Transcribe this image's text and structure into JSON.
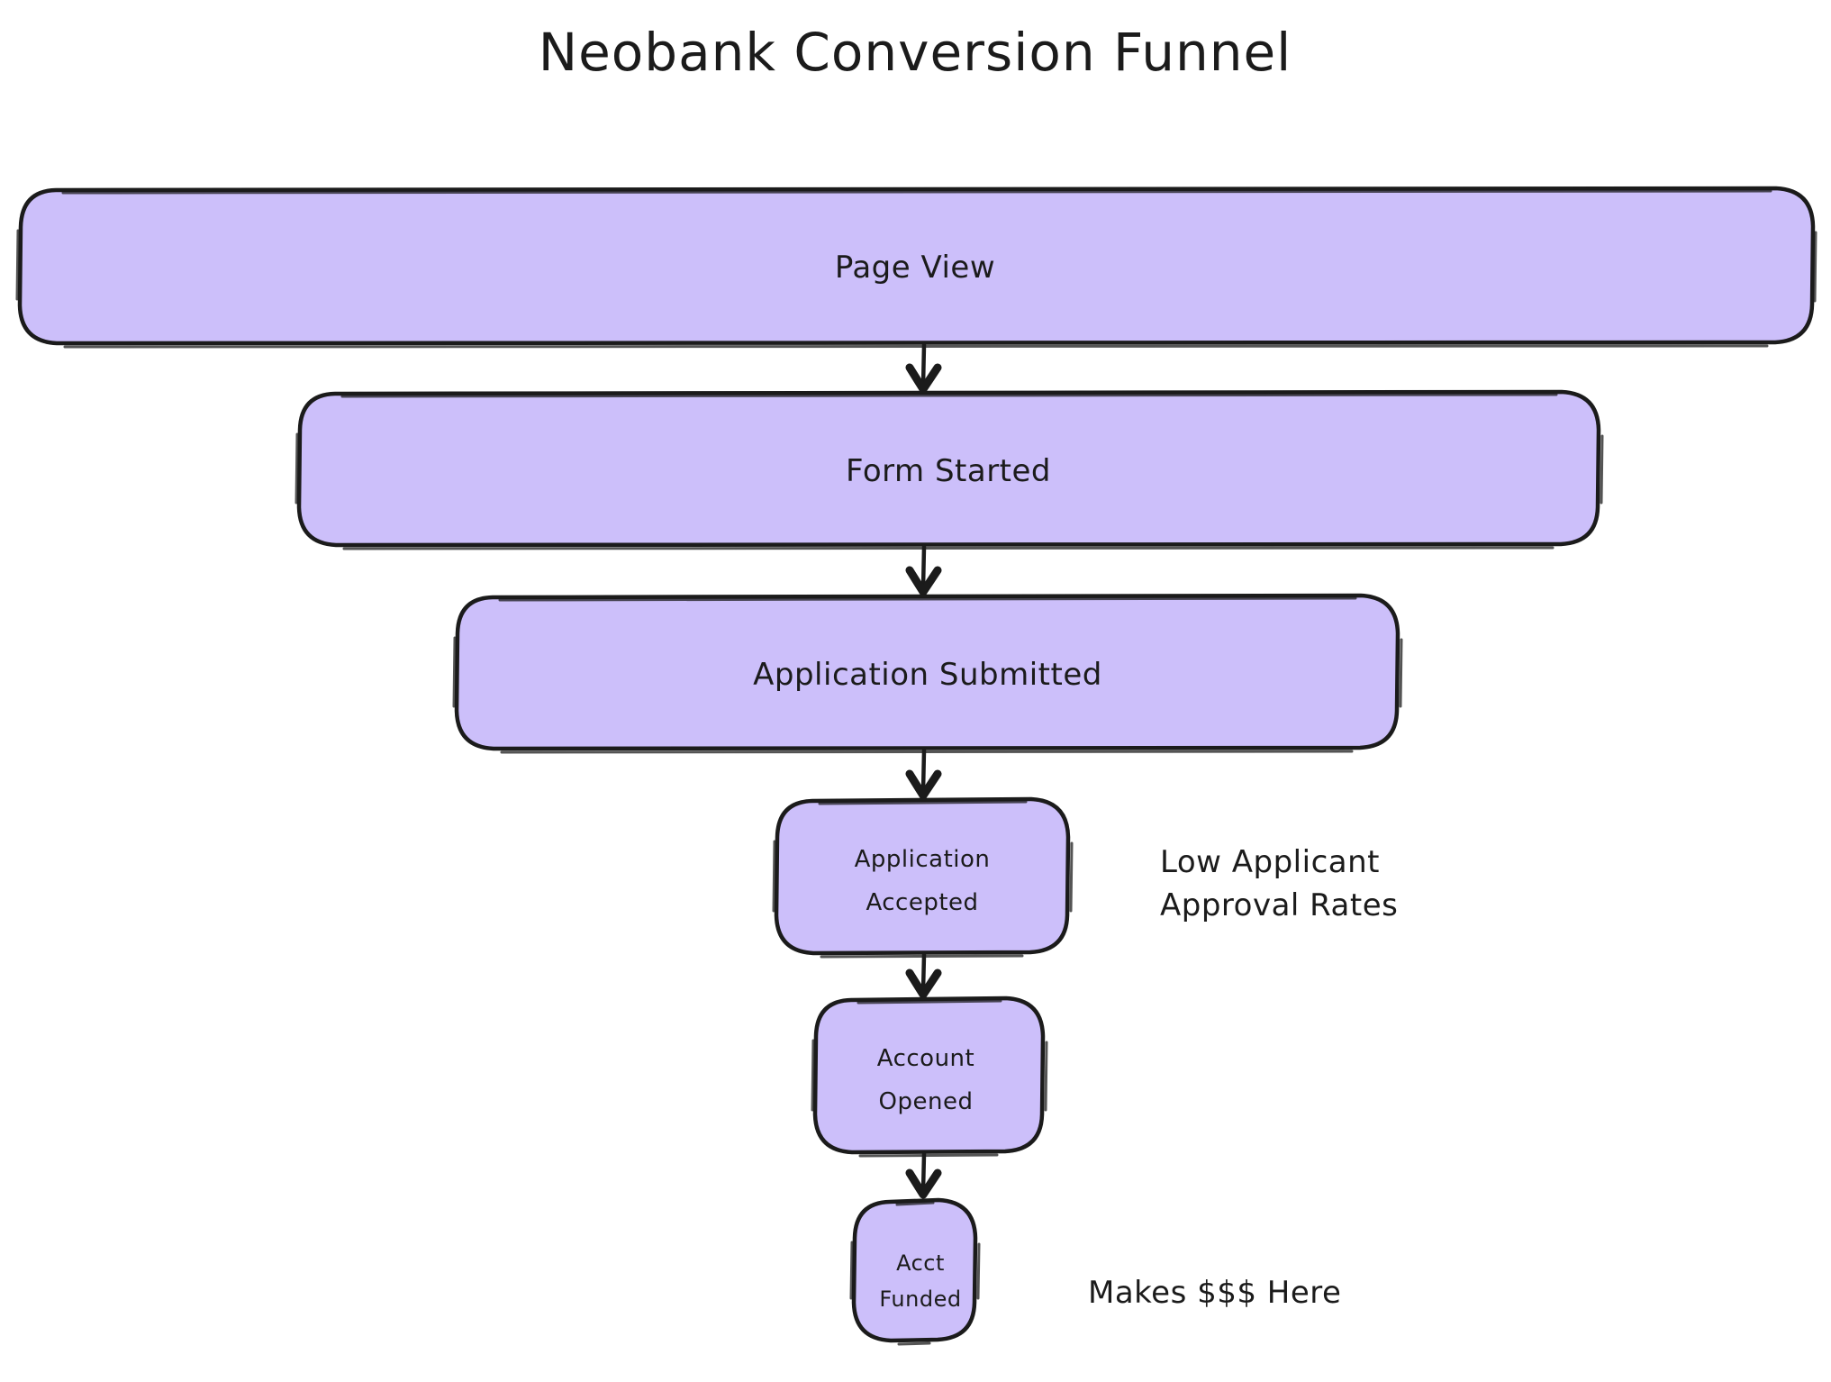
{
  "diagram": {
    "title": "Neobank Conversion Funnel",
    "type": "flowchart",
    "direction": "top-down",
    "style": "hand-drawn",
    "colors": {
      "node_fill": "#CCBFFA",
      "node_stroke": "#1b1b1b",
      "text": "#1b1b1b",
      "background": "#ffffff",
      "edge": "#1b1b1b"
    }
  },
  "nodes": [
    {
      "id": "page-view",
      "label": "Page View",
      "label_lines": [
        "Page View"
      ],
      "stage": 1
    },
    {
      "id": "form-started",
      "label": "Form Started",
      "label_lines": [
        "Form Started"
      ],
      "stage": 2
    },
    {
      "id": "application-submitted",
      "label": "Application Submitted",
      "label_lines": [
        "Application Submitted"
      ],
      "stage": 3
    },
    {
      "id": "application-accepted",
      "label": "Application Accepted",
      "label_lines": [
        "Application",
        "Accepted"
      ],
      "stage": 4
    },
    {
      "id": "account-opened",
      "label": "Account Opened",
      "label_lines": [
        "Account",
        "Opened"
      ],
      "stage": 5
    },
    {
      "id": "acct-funded",
      "label": "Acct Funded",
      "label_lines": [
        "Acct",
        "Funded"
      ],
      "stage": 6
    }
  ],
  "edges": [
    {
      "from": "page-view",
      "to": "form-started"
    },
    {
      "from": "form-started",
      "to": "application-submitted"
    },
    {
      "from": "application-submitted",
      "to": "application-accepted"
    },
    {
      "from": "application-accepted",
      "to": "account-opened"
    },
    {
      "from": "account-opened",
      "to": "acct-funded"
    }
  ],
  "annotations": [
    {
      "id": "low-approval",
      "lines": [
        "Low Applicant",
        "Approval Rates"
      ],
      "line1": "Low Applicant",
      "line2": "Approval Rates",
      "near_node": "application-accepted"
    },
    {
      "id": "makes-money",
      "lines": [
        "Makes $$$ Here"
      ],
      "line1": "Makes $$$ Here",
      "near_node": "acct-funded"
    }
  ]
}
